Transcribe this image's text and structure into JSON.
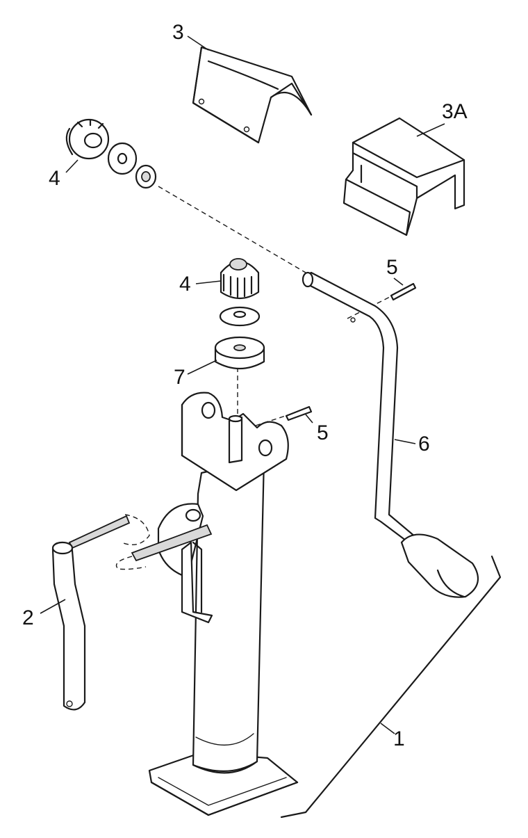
{
  "labels": {
    "part_1": "1",
    "part_2": "2",
    "part_3": "3",
    "part_3a": "3A",
    "part_4_upper": "4",
    "part_4_lower": "4",
    "part_5_upper": "5",
    "part_5_lower": "5",
    "part_6": "6",
    "part_7": "7"
  }
}
